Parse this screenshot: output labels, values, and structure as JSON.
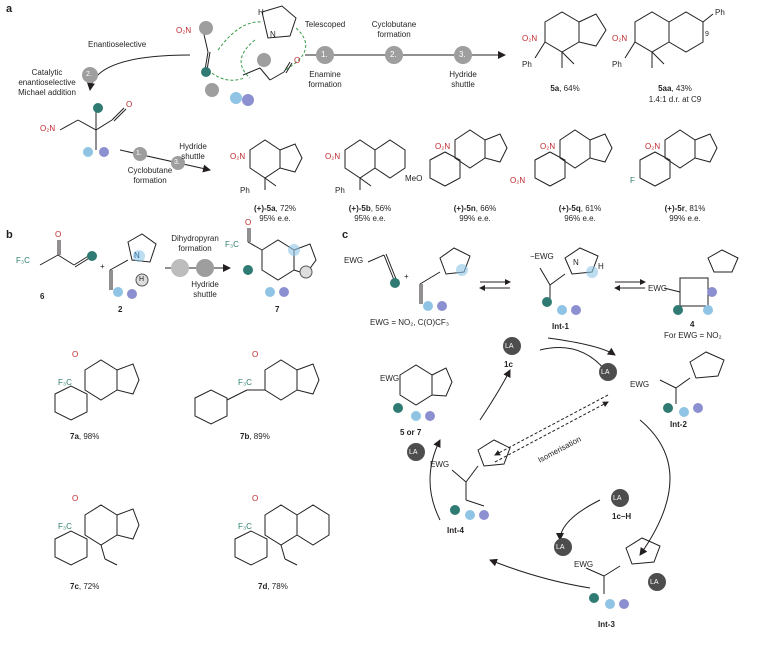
{
  "colors": {
    "teal": "#2f7b74",
    "light_blue": "#8fc4e4",
    "lavender": "#8c8fd0",
    "grey_circle": "#9e9e9e",
    "dark_circle": "#4d4d4d",
    "no2_red": "#c0272d",
    "cf3_green": "#2f8a4e",
    "dashed_green": "#3a9a48"
  },
  "panel_a": {
    "label": "a",
    "enantioselective": "Enantioselective",
    "catalytic_line1": "Catalytic",
    "catalytic_line2": "enantioselective",
    "catalytic_line3": "Michael addition",
    "telescoped": "Telescoped",
    "cyclobutane1": "Cyclobutane",
    "cyclobutane2": "formation",
    "enamine1": "Enamine",
    "enamine2": "formation",
    "hydride1": "Hydride",
    "hydride2": "shuttle",
    "step1": "1.",
    "step2": "2.",
    "step3": "3.",
    "no2": "O₂N",
    "nh": "N",
    "h": "H",
    "o": "O",
    "prod_5a": {
      "name": "5a",
      "yield": ", 64%"
    },
    "prod_5aa": {
      "name": "5aa",
      "yield": ", 43%",
      "dr": "1.4:1 d.r. at C9",
      "c9": "9"
    },
    "ph": "Ph",
    "cyclo_formation1": "Cyclobutane",
    "cyclo_formation2": "formation",
    "hydride_shuttle1": "Hydride",
    "hydride_shuttle2": "shuttle",
    "products": [
      {
        "name": "(+)-5a",
        "yield": ", 72%",
        "ee": "95% e.e."
      },
      {
        "name": "(+)-5b",
        "yield": ", 56%",
        "ee": "95% e.e."
      },
      {
        "name": "(+)-5n",
        "yield": ", 66%",
        "ee": "99% e.e.",
        "sub": "MeO"
      },
      {
        "name": "(+)-5q",
        "yield": ", 61%",
        "ee": "96% e.e.",
        "sub": "O₂N"
      },
      {
        "name": "(+)-5r",
        "yield": ", 81%",
        "ee": "99% e.e.",
        "sub": "F"
      }
    ]
  },
  "panel_b": {
    "label": "b",
    "dihydropyran1": "Dihydropyran",
    "dihydropyran2": "formation",
    "hydride1": "Hydride",
    "hydride2": "shuttle",
    "cmpd6": "6",
    "cmpd2": "2",
    "cmpd7": "7",
    "f3c": "F₃C",
    "o": "O",
    "n": "N",
    "h": "H",
    "plus": "+",
    "products": [
      {
        "name": "7a",
        "yield": ", 98%"
      },
      {
        "name": "7b",
        "yield": ", 89%"
      },
      {
        "name": "7c",
        "yield": ", 72%"
      },
      {
        "name": "7d",
        "yield": ", 78%"
      }
    ]
  },
  "panel_c": {
    "label": "c",
    "ewg": "EWG",
    "ewg_def": "EWG = NO₂, C(O)CF₃",
    "int1": "Int-1",
    "int2": "Int-2",
    "int3": "Int-3",
    "int4": "Int-4",
    "cmpd4": "4",
    "for_ewg": "For EWG = NO₂",
    "lc": "1c",
    "lch": "1c–H",
    "la": "LA",
    "isomerisation": "Isomerisation",
    "five_or_seven": "5 or 7",
    "n_plus": "N",
    "plus": "+",
    "minus": "−",
    "h": "H"
  }
}
